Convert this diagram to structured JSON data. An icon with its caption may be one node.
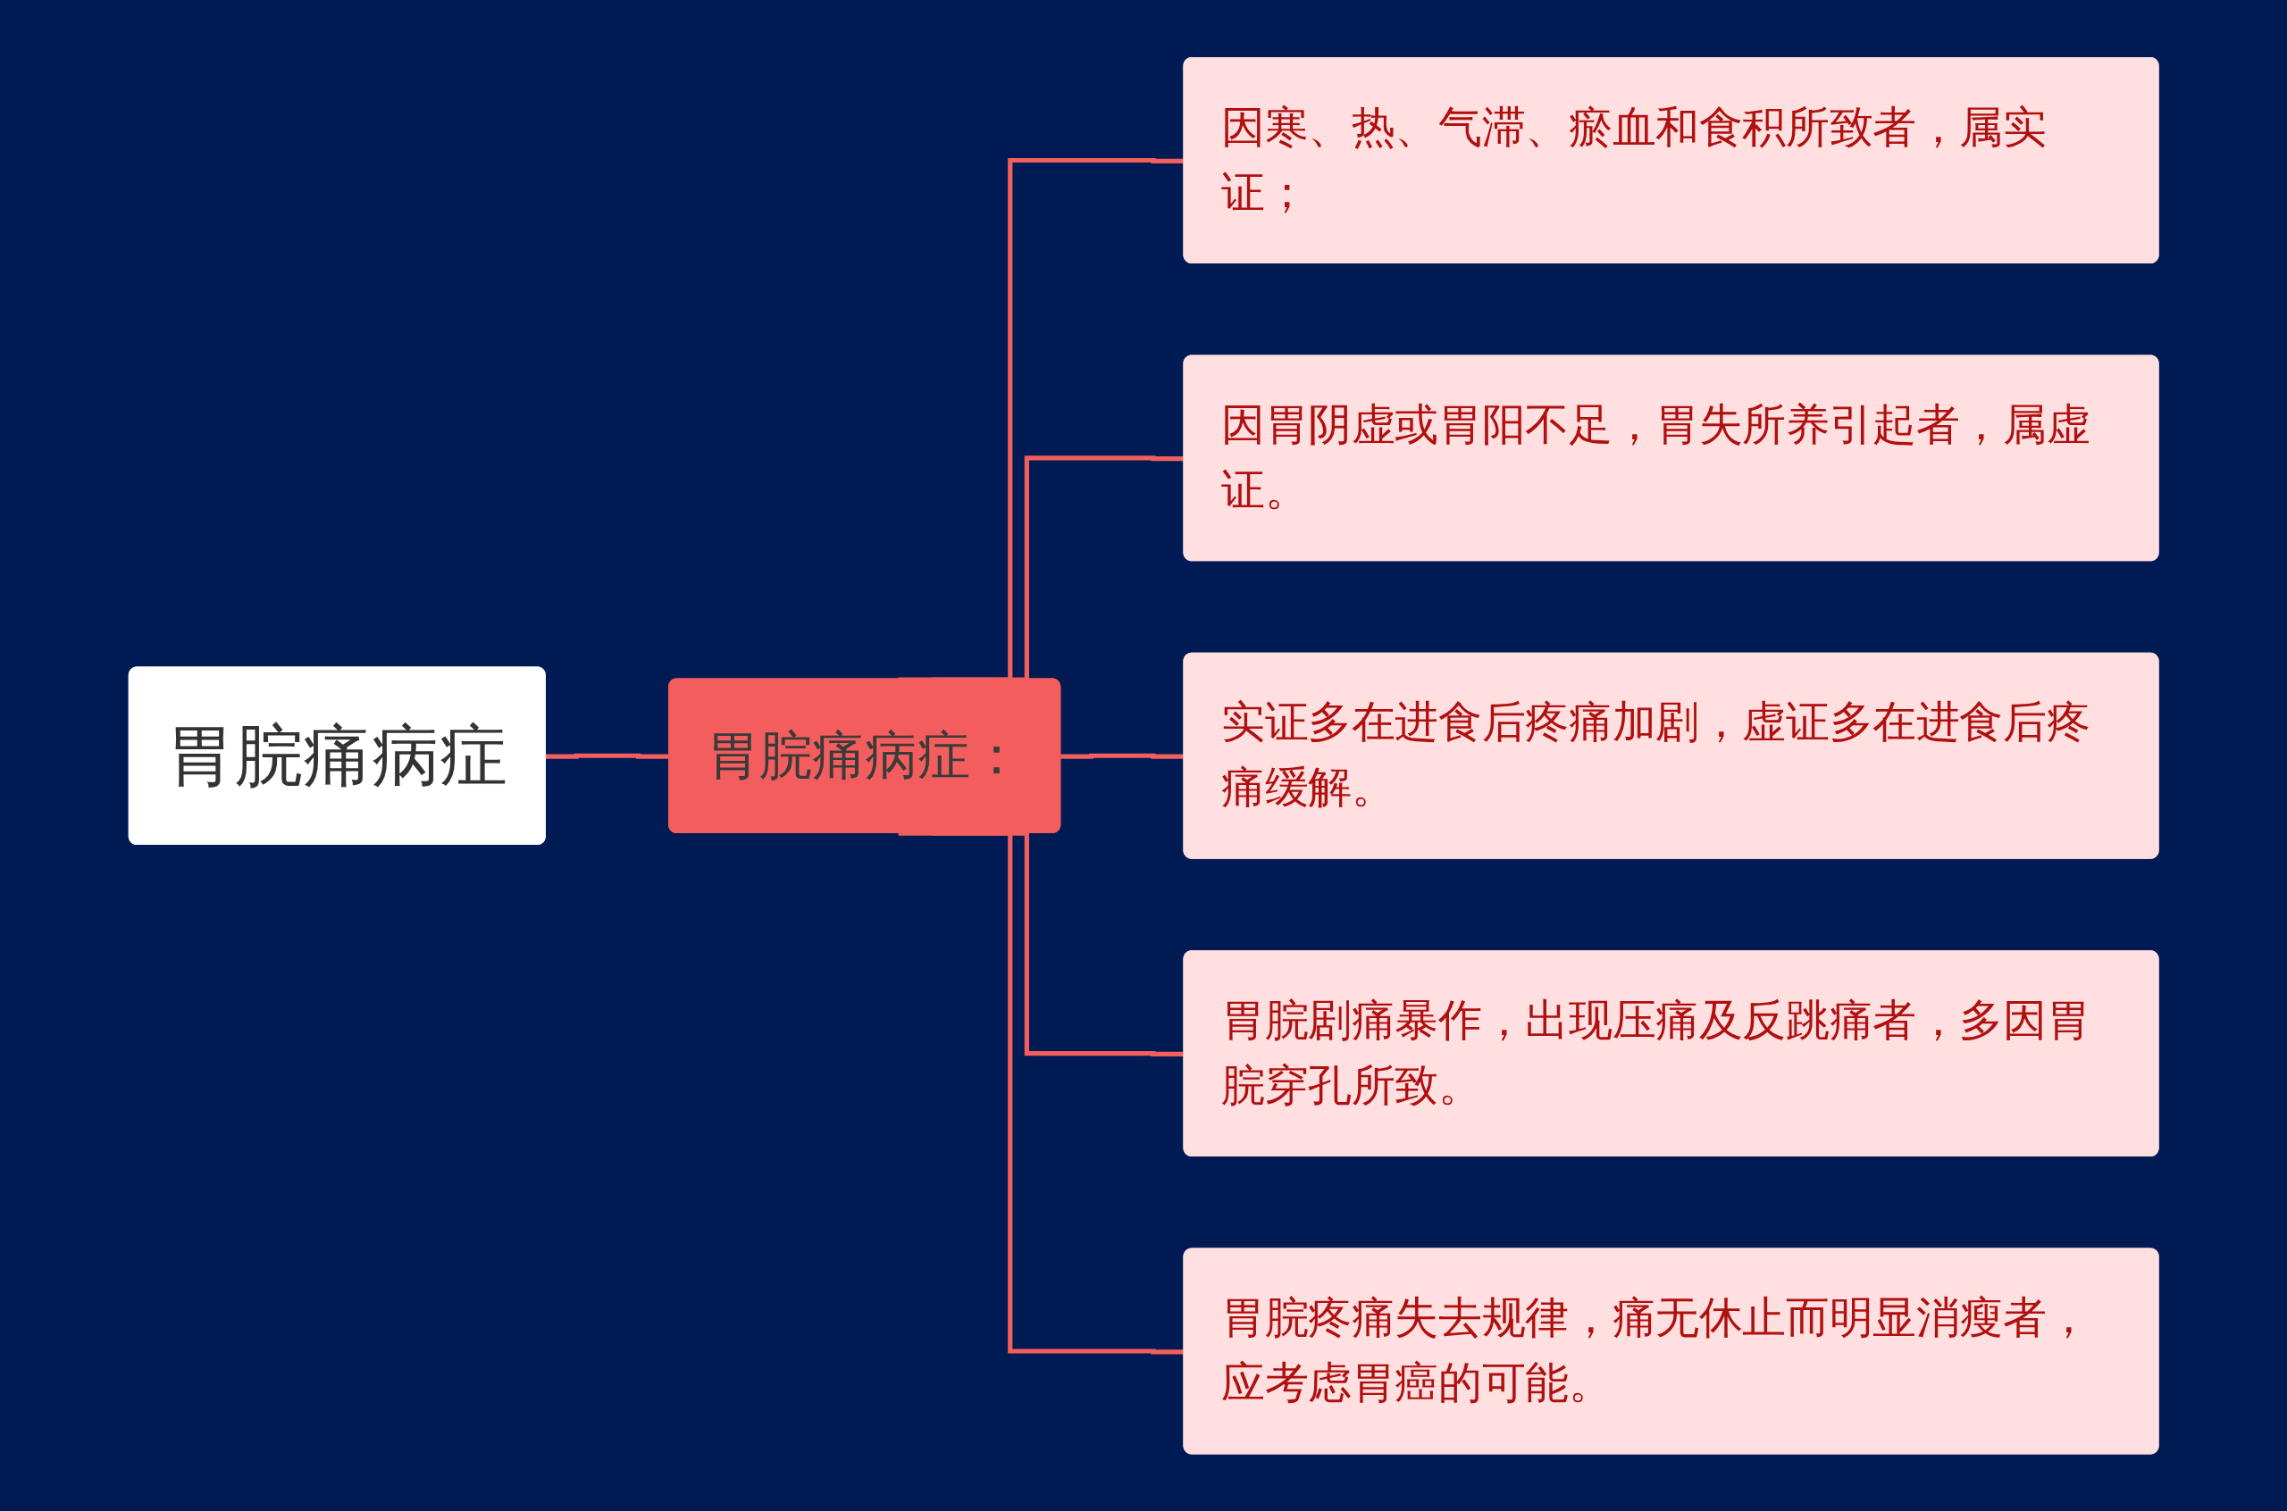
{
  "diagram": {
    "nodes": [
      {
        "text": [
          "胃脘痛病症"
        ]
      },
      {
        "text": [
          "胃脘痛病症："
        ]
      },
      {
        "text": [
          "因寒、热、气滞、瘀血和食积所致者，属实证；"
        ]
      },
      {
        "text": [
          "因胃阴虚或胃阳不足，胃失所养引起者，属虚证。"
        ]
      },
      {
        "text": [
          "实证多在进食后疼痛加剧，虚证多在进食后疼痛缓解。"
        ]
      },
      {
        "text": [
          "胃脘剧痛暴作，出现压痛及反跳痛者，多因胃脘穿孔所致。"
        ]
      },
      {
        "text": [
          "胃脘疼痛失去规律，痛无休止而明显消瘦者，应考虑胃癌的可能。"
        ]
      }
    ],
    "edges": [
      {
        "from": 0,
        "to": 1,
        "arrow": "none"
      },
      {
        "from": 1,
        "to": 2,
        "arrow": "none"
      },
      {
        "from": 1,
        "to": 3,
        "arrow": "none"
      },
      {
        "from": 1,
        "to": 4,
        "arrow": "none"
      },
      {
        "from": 1,
        "to": 5,
        "arrow": "none"
      },
      {
        "from": 1,
        "to": 6,
        "arrow": "none"
      }
    ]
  }
}
